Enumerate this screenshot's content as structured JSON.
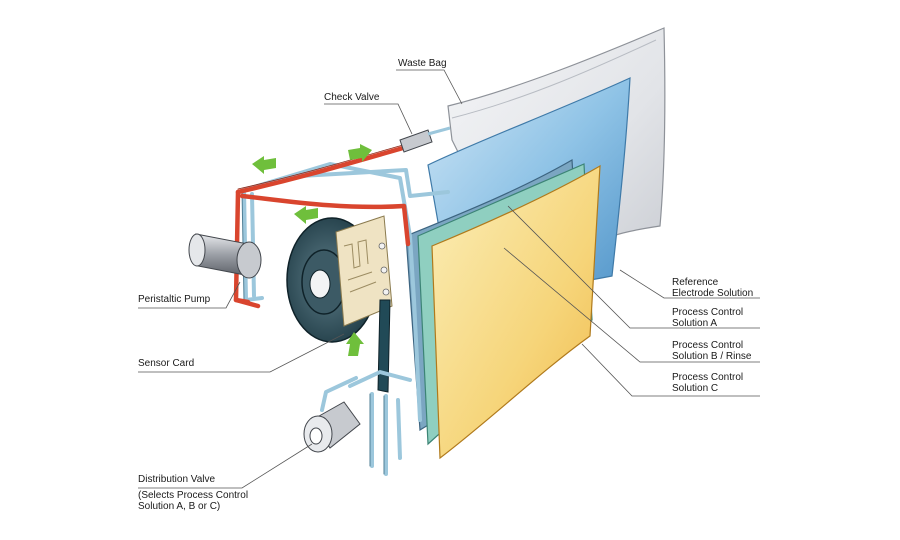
{
  "labels": {
    "waste_bag": "Waste Bag",
    "check_valve": "Check Valve",
    "peristaltic_pump": "Peristaltic Pump",
    "sensor_card": "Sensor Card",
    "distribution_valve": "Distribution Valve",
    "distribution_valve_note_1": "(Selects Process Control",
    "distribution_valve_note_2": "Solution A, B or C)",
    "reference_1": "Reference",
    "reference_2": "Electrode Solution",
    "pc_a_1": "Process Control",
    "pc_a_2": "Solution A",
    "pc_b_1": "Process Control",
    "pc_b_2": "Solution B / Rinse",
    "pc_c_1": "Process Control",
    "pc_c_2": "Solution C"
  },
  "colors": {
    "waste_bag": "#e6e8ec",
    "reference_bag": "#8fc3e6",
    "solution_a": "#7ba6c2",
    "solution_b": "#8fcfc0",
    "solution_c": "#f6d57a",
    "tube_red": "#d9452e",
    "tube_blue": "#9cc7dc",
    "arrow_green": "#6fbf3c",
    "leader": "#555555"
  }
}
